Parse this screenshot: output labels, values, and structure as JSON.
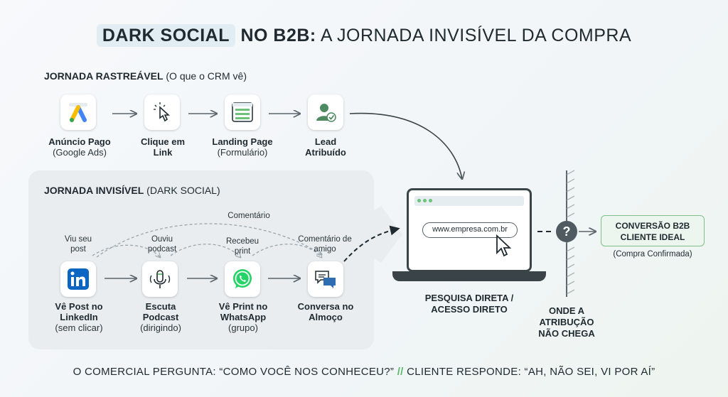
{
  "title": {
    "part1": "DARK SOCIAL",
    "part2": "NO B2B:",
    "part3": "A JORNADA INVISÍVEL DA COMPRA"
  },
  "tracked": {
    "header_bold": "JORNADA RASTREÁVEL",
    "header_rest": "(O que o CRM vê)",
    "nodes": [
      {
        "main": "Anúncio Pago",
        "sub": "(Google Ads)",
        "icon": "google-ads-icon"
      },
      {
        "main": "Clique em Link",
        "sub": "",
        "icon": "click-cursor-icon"
      },
      {
        "main": "Landing Page",
        "sub": "(Formulário)",
        "icon": "form-page-icon"
      },
      {
        "main": "Lead Atribuído",
        "sub": "",
        "icon": "user-check-icon"
      }
    ]
  },
  "dark": {
    "header_bold": "JORNADA INVISÍVEL",
    "header_rest": "(DARK SOCIAL)",
    "nodes": [
      {
        "main": "Vê Post no LinkedIn",
        "sub": "(sem clicar)",
        "icon": "linkedin-icon",
        "above": "Viu seu post"
      },
      {
        "main": "Escuta Podcast",
        "sub": "(dirigindo)",
        "icon": "microphone-icon",
        "above": "Ouviu podcast"
      },
      {
        "main": "Vê Print no WhatsApp",
        "sub": "(grupo)",
        "icon": "whatsapp-icon",
        "above": "Recebeu print"
      },
      {
        "main": "Conversa no Almoço",
        "sub": "",
        "icon": "chat-bubbles-icon",
        "above": "Comentário de amigo"
      }
    ],
    "arc_label": "Comentário"
  },
  "laptop": {
    "url": "www.empresa.com.br",
    "label1": "PESQUISA DIRETA /",
    "label2": "ACESSO DIRETO"
  },
  "wall": {
    "line1": "ONDE A",
    "line2": "ATRIBUÇÃO",
    "line3": "NÃO CHEGA",
    "symbol": "?"
  },
  "conversion": {
    "line1": "CONVERSÃO B2B",
    "line2": "CLIENTE IDEAL",
    "sub": "(Compra Confirmada)"
  },
  "bottom": {
    "left": "O COMERCIAL PERGUNTA: “COMO VOCÊ NOS CONHECEU?”",
    "sep": "//",
    "right": "CLIENTE RESPONDE: “AH, NÃO SEI, VI POR AÍ”"
  },
  "colors": {
    "accent_green": "#5fb86b",
    "dark": "#3a4348",
    "panel": "#e9edf0",
    "linkedin": "#0a66c2",
    "whatsapp": "#25d366"
  }
}
